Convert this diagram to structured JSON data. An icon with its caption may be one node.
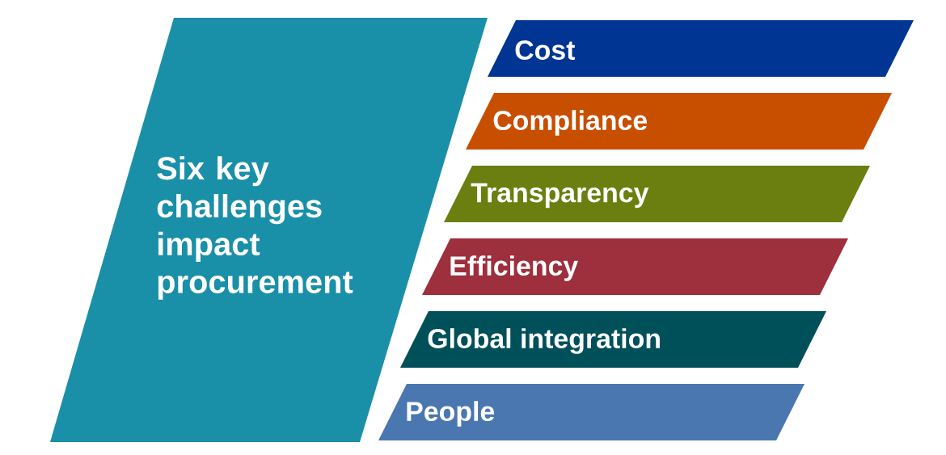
{
  "diagram": {
    "nodes": [
      {
        "text": [
          "Six key challenges impact procurement"
        ]
      },
      {
        "text": [
          "Cost"
        ]
      },
      {
        "text": [
          "Compliance"
        ]
      },
      {
        "text": [
          "Transparency"
        ]
      },
      {
        "text": [
          "Efficiency"
        ]
      },
      {
        "text": [
          "Global integration"
        ]
      },
      {
        "text": [
          "People"
        ]
      }
    ]
  }
}
